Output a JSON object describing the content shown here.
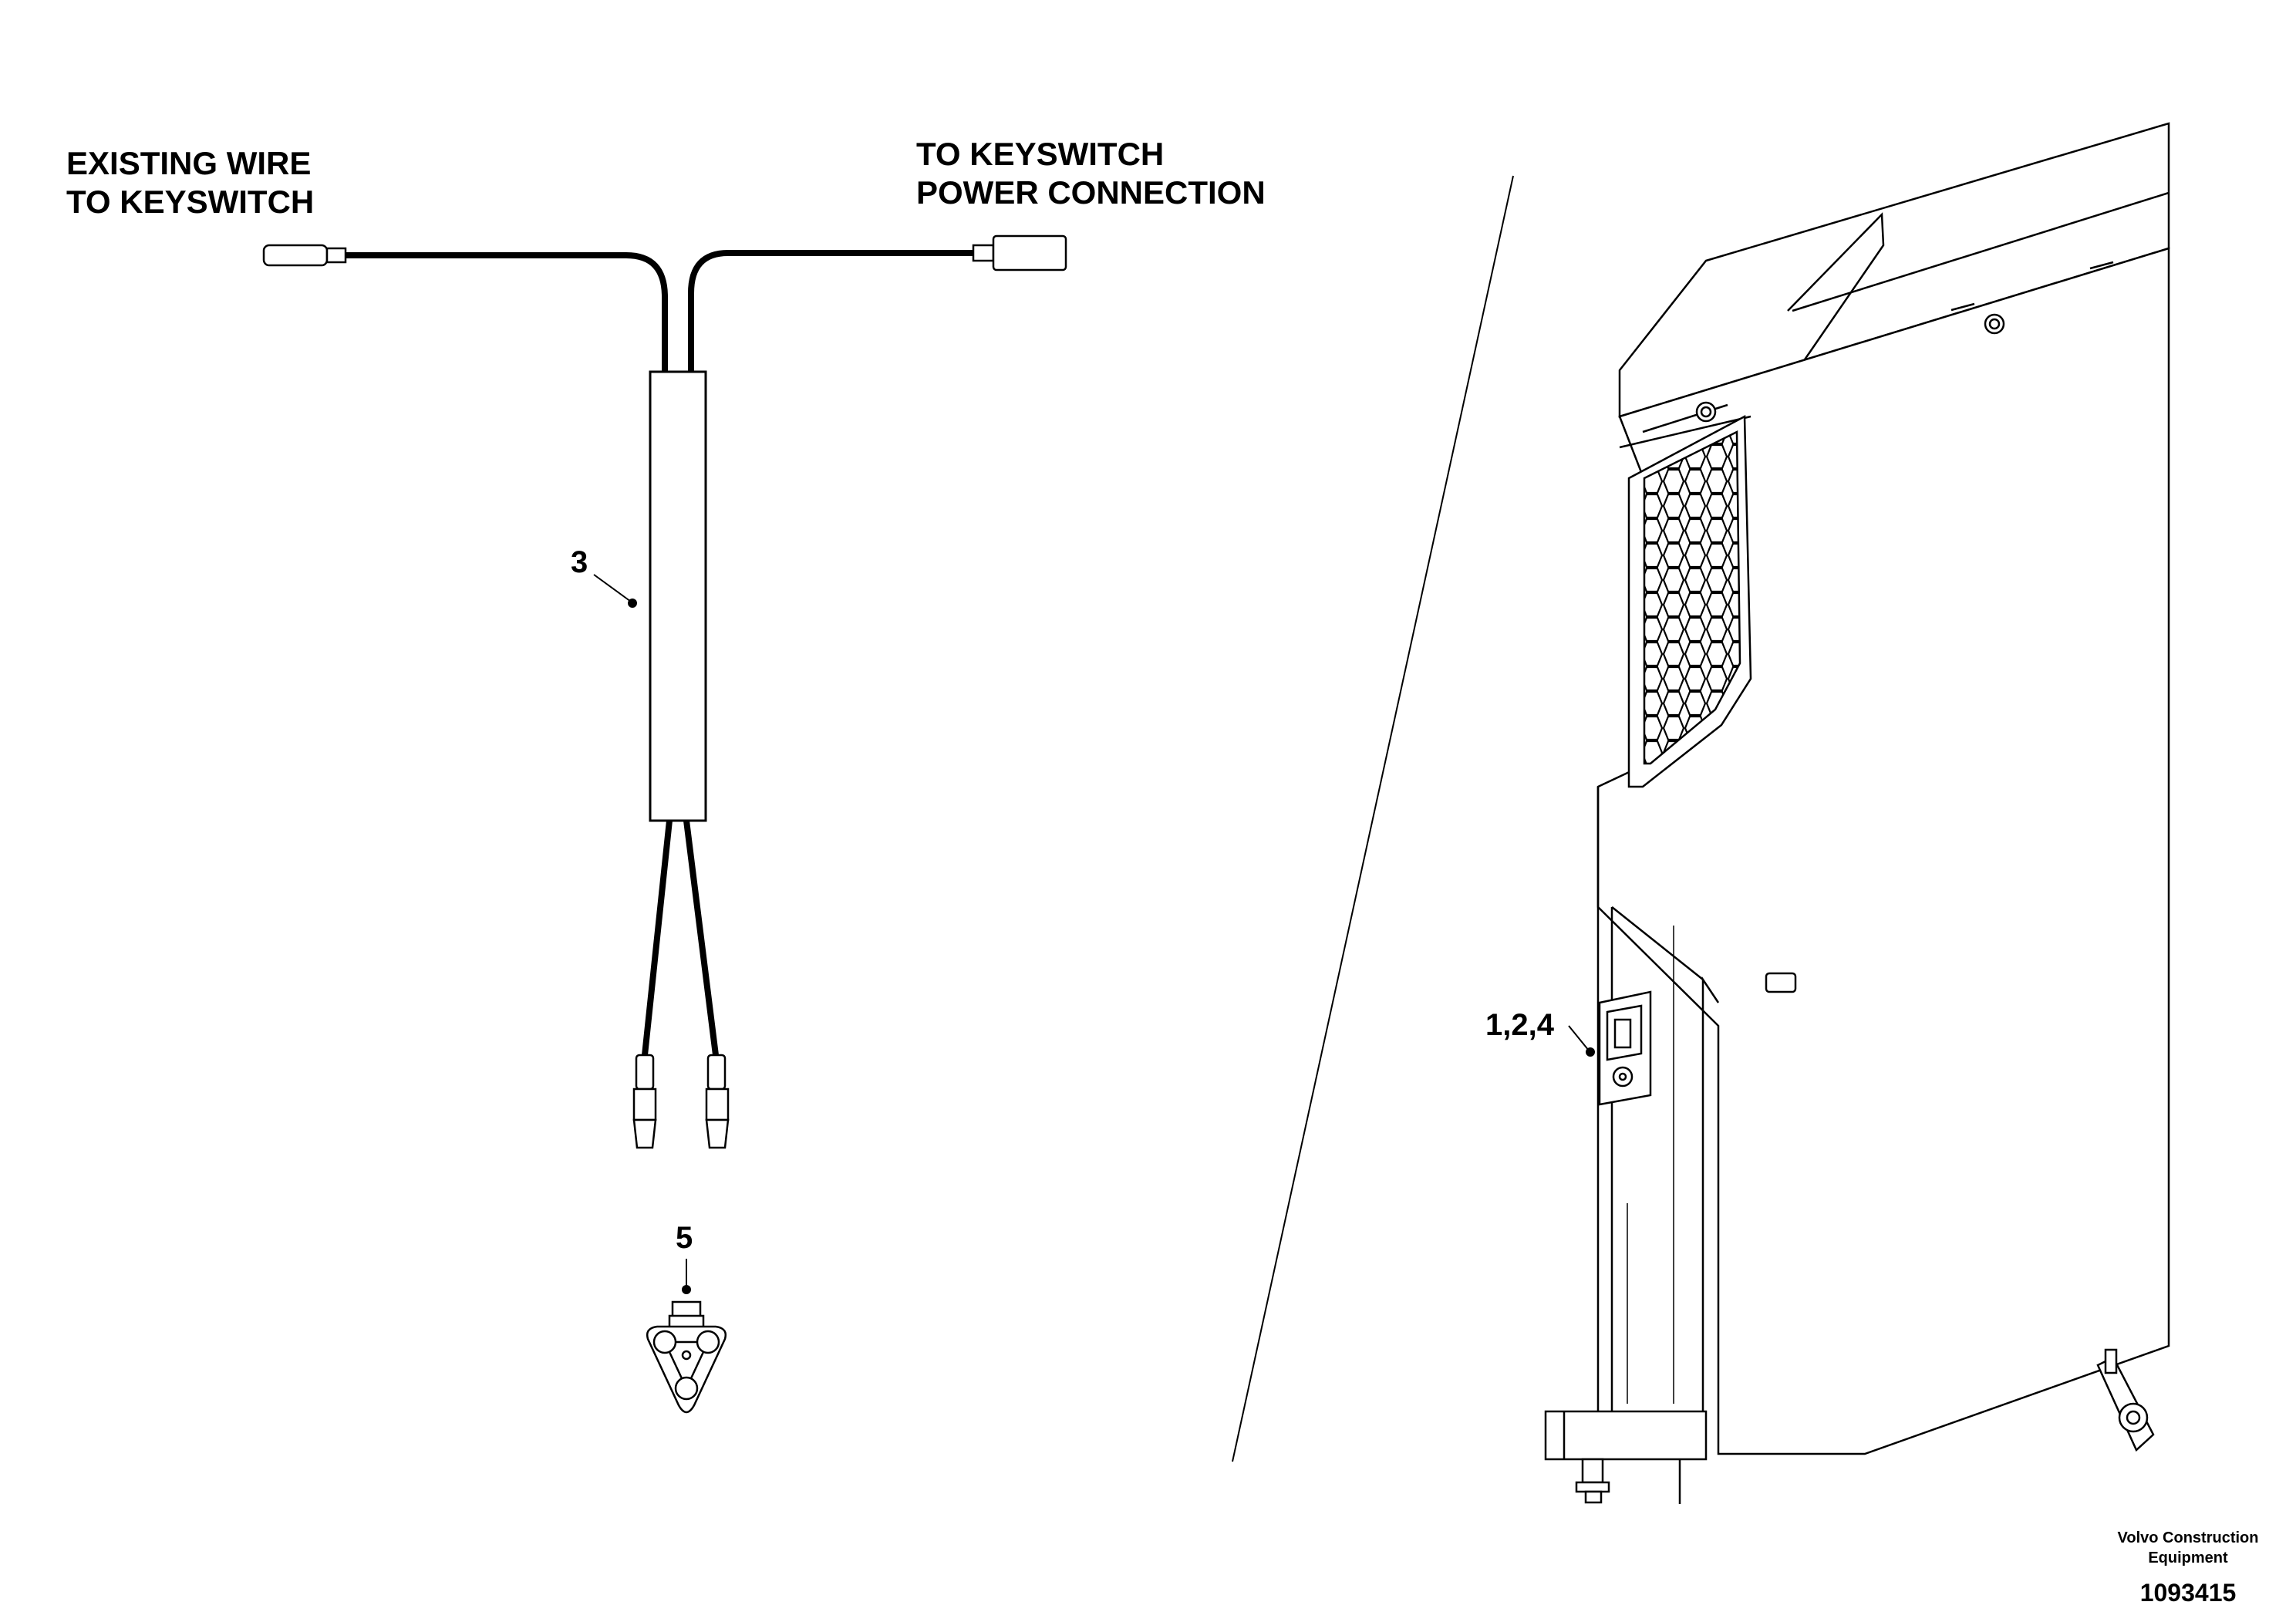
{
  "labels": {
    "existing_wire_line1": "EXISTING WIRE",
    "existing_wire_line2": "TO KEYSWITCH",
    "to_keyswitch_line1": "TO KEYSWITCH",
    "to_keyswitch_line2": "POWER CONNECTION"
  },
  "callouts": {
    "item_3": "3",
    "item_5": "5",
    "item_1_2_4": "1,2,4"
  },
  "footer": {
    "company_line1": "Volvo Construction",
    "company_line2": "Equipment",
    "drawing_number": "1093415"
  }
}
